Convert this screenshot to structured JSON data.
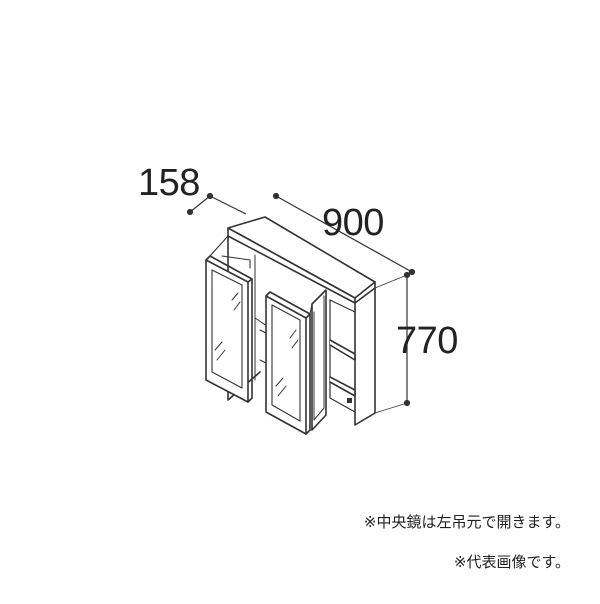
{
  "dimensions": {
    "depth": "158",
    "width": "900",
    "height": "770"
  },
  "notes": [
    "※中央鏡は左吊元で開きます。",
    "※代表画像です。"
  ]
}
